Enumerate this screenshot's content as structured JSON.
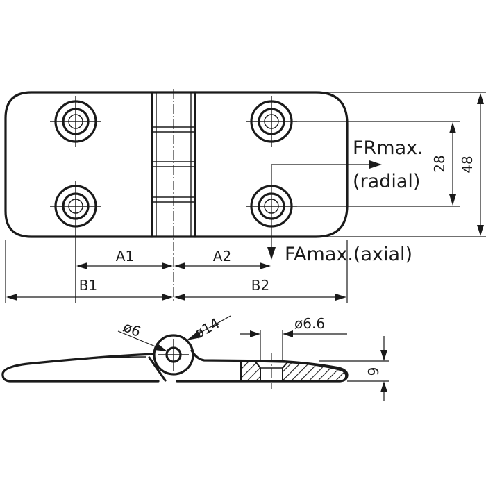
{
  "top_view": {
    "dim_a1": "A1",
    "dim_a2": "A2",
    "dim_b1": "B1",
    "dim_b2": "B2",
    "dim_28": "28",
    "dim_48": "48",
    "force_radial_line1": "FRmax.",
    "force_radial_line2": "(radial)",
    "force_axial": "FAmax.(axial)"
  },
  "side_view": {
    "dim_pin_diameter": "ø6",
    "dim_knuckle_diameter": "ø14",
    "dim_hole_diameter": "ø6.6",
    "dim_thickness": "9"
  }
}
